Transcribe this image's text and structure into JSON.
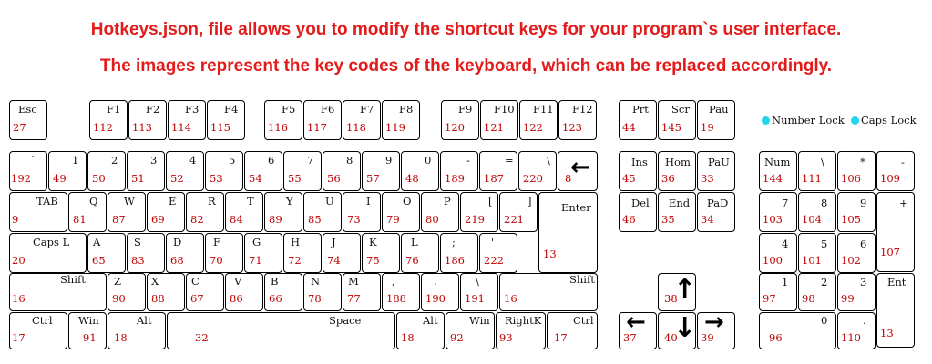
{
  "headline": {
    "line1": "Hotkeys.json, file allows you to modify the shortcut keys for your program`s user interface.",
    "line2": "The images represent the key codes of the keyboard, which can be replaced accordingly.",
    "color": "#e31b1b"
  },
  "indicators": [
    {
      "label": "Number Lock",
      "color": "#1fd6ea"
    },
    {
      "label": "Caps Lock",
      "color": "#1fd6ea"
    }
  ],
  "keys": [
    {
      "id": "esc",
      "label": "Esc",
      "code": "27"
    },
    {
      "id": "f1",
      "label": "F1",
      "code": "112"
    },
    {
      "id": "f2",
      "label": "F2",
      "code": "113"
    },
    {
      "id": "f3",
      "label": "F3",
      "code": "114"
    },
    {
      "id": "f4",
      "label": "F4",
      "code": "115"
    },
    {
      "id": "f5",
      "label": "F5",
      "code": "116"
    },
    {
      "id": "f6",
      "label": "F6",
      "code": "117"
    },
    {
      "id": "f7",
      "label": "F7",
      "code": "118"
    },
    {
      "id": "f8",
      "label": "F8",
      "code": "119"
    },
    {
      "id": "f9",
      "label": "F9",
      "code": "120"
    },
    {
      "id": "f10",
      "label": "F10",
      "code": "121"
    },
    {
      "id": "f11",
      "label": "F11",
      "code": "122"
    },
    {
      "id": "f12",
      "label": "F12",
      "code": "123"
    },
    {
      "id": "prt",
      "label": "Prt",
      "code": "44"
    },
    {
      "id": "scr",
      "label": "Scr",
      "code": "145"
    },
    {
      "id": "pau",
      "label": "Pau",
      "code": "19"
    },
    {
      "id": "backtick",
      "label": "`",
      "code": "192"
    },
    {
      "id": "1",
      "label": "1",
      "code": "49"
    },
    {
      "id": "2",
      "label": "2",
      "code": "50"
    },
    {
      "id": "3",
      "label": "3",
      "code": "51"
    },
    {
      "id": "4",
      "label": "4",
      "code": "52"
    },
    {
      "id": "5",
      "label": "5",
      "code": "53"
    },
    {
      "id": "6",
      "label": "6",
      "code": "54"
    },
    {
      "id": "7",
      "label": "7",
      "code": "55"
    },
    {
      "id": "8",
      "label": "8",
      "code": "56"
    },
    {
      "id": "9",
      "label": "9",
      "code": "57"
    },
    {
      "id": "0",
      "label": "0",
      "code": "48"
    },
    {
      "id": "minus",
      "label": "-",
      "code": "189"
    },
    {
      "id": "equals",
      "label": "=",
      "code": "187"
    },
    {
      "id": "backslash",
      "label": "\\",
      "code": "220"
    },
    {
      "id": "backspace",
      "label": "",
      "code": "8",
      "icon": "left-arrow"
    },
    {
      "id": "ins",
      "label": "Ins",
      "code": "45"
    },
    {
      "id": "hom",
      "label": "Hom",
      "code": "36"
    },
    {
      "id": "pau2",
      "label": "PaU",
      "code": "33"
    },
    {
      "id": "num",
      "label": "Num",
      "code": "144"
    },
    {
      "id": "npdiv",
      "label": "\\",
      "code": "111"
    },
    {
      "id": "npmul",
      "label": "*",
      "code": "106"
    },
    {
      "id": "npminus",
      "label": "-",
      "code": "109"
    },
    {
      "id": "tab",
      "label": "TAB",
      "code": "9"
    },
    {
      "id": "q",
      "label": "Q",
      "code": "81"
    },
    {
      "id": "w",
      "label": "W",
      "code": "87"
    },
    {
      "id": "e",
      "label": "E",
      "code": "69"
    },
    {
      "id": "r",
      "label": "R",
      "code": "82"
    },
    {
      "id": "t",
      "label": "T",
      "code": "84"
    },
    {
      "id": "y",
      "label": "Y",
      "code": "89"
    },
    {
      "id": "u",
      "label": "U",
      "code": "85"
    },
    {
      "id": "i",
      "label": "I",
      "code": "73"
    },
    {
      "id": "o",
      "label": "O",
      "code": "79"
    },
    {
      "id": "p",
      "label": "P",
      "code": "80"
    },
    {
      "id": "lbracket",
      "label": "[",
      "code": "219"
    },
    {
      "id": "rbracket",
      "label": "]",
      "code": "221"
    },
    {
      "id": "enter",
      "label": "Enter",
      "code": "13"
    },
    {
      "id": "del",
      "label": "Del",
      "code": "46"
    },
    {
      "id": "end",
      "label": "End",
      "code": "35"
    },
    {
      "id": "pad",
      "label": "PaD",
      "code": "34"
    },
    {
      "id": "np7",
      "label": "7",
      "code": "103"
    },
    {
      "id": "np8",
      "label": "8",
      "code": "104"
    },
    {
      "id": "np9",
      "label": "9",
      "code": "105"
    },
    {
      "id": "npplus",
      "label": "+",
      "code": "107"
    },
    {
      "id": "caps",
      "label": "Caps L",
      "code": "20"
    },
    {
      "id": "a",
      "label": "A",
      "code": "65"
    },
    {
      "id": "s",
      "label": "S",
      "code": "83"
    },
    {
      "id": "d",
      "label": "D",
      "code": "68"
    },
    {
      "id": "f",
      "label": "F",
      "code": "70"
    },
    {
      "id": "g",
      "label": "G",
      "code": "71"
    },
    {
      "id": "h",
      "label": "H",
      "code": "72"
    },
    {
      "id": "j",
      "label": "J",
      "code": "74"
    },
    {
      "id": "k",
      "label": "K",
      "code": "75"
    },
    {
      "id": "l",
      "label": "L",
      "code": "76"
    },
    {
      "id": "semicolon",
      "label": ";",
      "code": "186"
    },
    {
      "id": "quote",
      "label": "'",
      "code": "222"
    },
    {
      "id": "np4",
      "label": "4",
      "code": "100"
    },
    {
      "id": "np5",
      "label": "5",
      "code": "101"
    },
    {
      "id": "np6",
      "label": "6",
      "code": "102"
    },
    {
      "id": "lshift",
      "label": "Shift",
      "code": "16"
    },
    {
      "id": "z",
      "label": "Z",
      "code": "90"
    },
    {
      "id": "x",
      "label": "X",
      "code": "88"
    },
    {
      "id": "c",
      "label": "C",
      "code": "67"
    },
    {
      "id": "v",
      "label": "V",
      "code": "86"
    },
    {
      "id": "b",
      "label": "B",
      "code": "66"
    },
    {
      "id": "n",
      "label": "N",
      "code": "78"
    },
    {
      "id": "m",
      "label": "M",
      "code": "77"
    },
    {
      "id": "comma",
      "label": ",",
      "code": "188"
    },
    {
      "id": "period",
      "label": ".",
      "code": "190"
    },
    {
      "id": "slash",
      "label": "\\",
      "code": "191"
    },
    {
      "id": "rshift",
      "label": "Shift",
      "code": "16"
    },
    {
      "id": "up",
      "label": "",
      "code": "38",
      "icon": "up-arrow"
    },
    {
      "id": "np1",
      "label": "1",
      "code": "97"
    },
    {
      "id": "np2",
      "label": "2",
      "code": "98"
    },
    {
      "id": "np3",
      "label": "3",
      "code": "99"
    },
    {
      "id": "npent",
      "label": "Ent",
      "code": "13"
    },
    {
      "id": "lctrl",
      "label": "Ctrl",
      "code": "17"
    },
    {
      "id": "lwin",
      "label": "Win",
      "code": "91"
    },
    {
      "id": "lalt",
      "label": "Alt",
      "code": "18"
    },
    {
      "id": "space",
      "label": "Space",
      "code": "32"
    },
    {
      "id": "ralt",
      "label": "Alt",
      "code": "18"
    },
    {
      "id": "rwin",
      "label": "Win",
      "code": "92"
    },
    {
      "id": "rightk",
      "label": "RightK",
      "code": "93"
    },
    {
      "id": "rctrl",
      "label": "Ctrl",
      "code": "17"
    },
    {
      "id": "left",
      "label": "",
      "code": "37",
      "icon": "left-arrow"
    },
    {
      "id": "down",
      "label": "",
      "code": "40",
      "icon": "down-arrow"
    },
    {
      "id": "right",
      "label": "",
      "code": "39",
      "icon": "right-arrow"
    },
    {
      "id": "np0",
      "label": "0",
      "code": "96"
    },
    {
      "id": "npdot",
      "label": ".",
      "code": "110"
    }
  ]
}
